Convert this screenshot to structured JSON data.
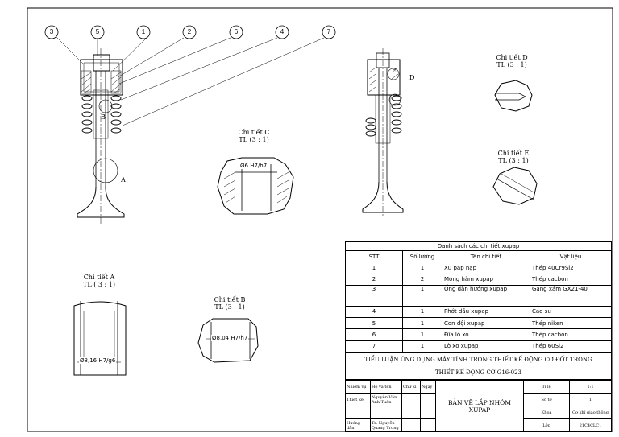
{
  "balloons": [
    "3",
    "5",
    "1",
    "2",
    "6",
    "4",
    "7"
  ],
  "letters": {
    "a": "A",
    "b": "B",
    "d": "D",
    "e": "E"
  },
  "details": {
    "c": {
      "title": "Chi tiết C",
      "scale": "TL (3 : 1)",
      "dim": "Ø6 H7/h7"
    },
    "d": {
      "title": "Chi tiết D",
      "scale": "TL (3 : 1)"
    },
    "e": {
      "title": "Chi tiết E",
      "scale": "TL (3 : 1)"
    },
    "a": {
      "title": "Chi tiết A",
      "scale": "TL ( 3 : 1)",
      "dim": "Ø8,16 H7/g6"
    },
    "b": {
      "title": "Chi tiết B",
      "scale": "TL (3 : 1)",
      "dim": "Ø8,04 H7/h7"
    }
  },
  "parts_table": {
    "caption": "Danh sách các chi tiết xupap",
    "headers": [
      "STT",
      "Số lượng",
      "Tên chi tiết",
      "Vật liệu"
    ],
    "rows": [
      [
        "1",
        "1",
        "Xu pap nạp",
        "Thép 40Cr9Si2"
      ],
      [
        "2",
        "2",
        "Móng hãm xupap",
        "Thép cacbon"
      ],
      [
        "3",
        "1",
        "Ống dẫn hướng xupap",
        "Gang xám GX21-40"
      ],
      [
        "4",
        "1",
        "Phớt dầu xupap",
        "Cao su"
      ],
      [
        "5",
        "1",
        "Con đội xupap",
        "Thép niken"
      ],
      [
        "6",
        "1",
        "Đĩa lò xo",
        "Thép cacbon"
      ],
      [
        "7",
        "1",
        "Lò xo xupap",
        "Thép 60Si2"
      ]
    ]
  },
  "title_block": {
    "line1": "TIỂU LUẬN ỨNG DỤNG MÁY TÍNH TRONG THIẾT KẾ ĐỘNG CƠ ĐỐT TRONG",
    "line2": "THIẾT KẾ ĐỘNG CƠ G16-023",
    "col_role": "Nhiệm vụ",
    "col_name": "Họ và tên",
    "col_sign": "Chữ kí",
    "col_date": "Ngày",
    "designer_role": "Thiết kế",
    "designer_name": "Nguyễn Văn Anh Tuấn",
    "advisor_role": "Hướng dẫn",
    "advisor_name": "Ts. Nguyễn Quang Trung",
    "drawing_name": "BẢN VẼ LẮP NHÓM XUPAP",
    "scale_label": "Tỉ lệ",
    "scale_value": "1:1",
    "sheet_label": "Số tờ",
    "sheet_value": "1",
    "faculty_label": "Khoa",
    "faculty_value": "Cơ khí giao thông",
    "class_label": "Lớp",
    "class_value": "21C4CLC1"
  }
}
